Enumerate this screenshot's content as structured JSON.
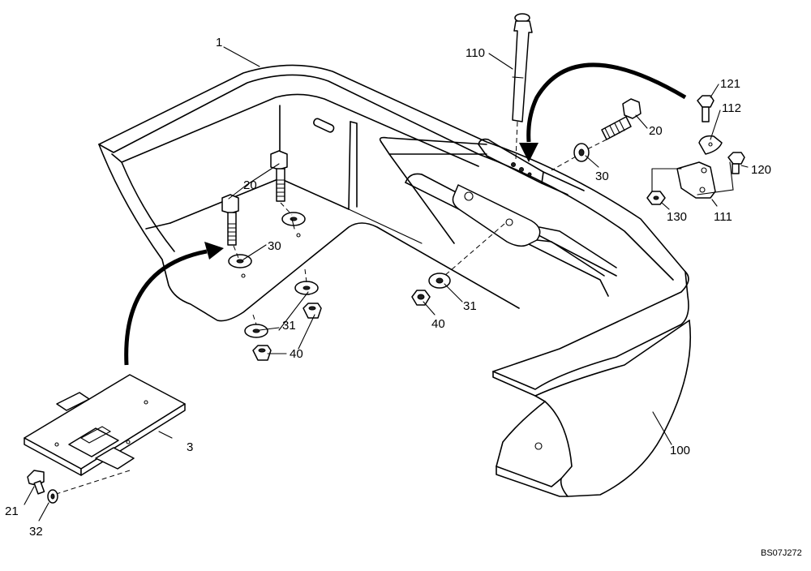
{
  "drawing_code": "BS07J272",
  "callouts": {
    "c1": "1",
    "c3": "3",
    "c20a": "20",
    "c20b": "20",
    "c21": "21",
    "c30a": "30",
    "c30b": "30",
    "c31a": "31",
    "c31b": "31",
    "c32": "32",
    "c40a": "40",
    "c40b": "40",
    "c100": "100",
    "c110": "110",
    "c111": "111",
    "c112": "112",
    "c120": "120",
    "c121": "121",
    "c130": "130"
  }
}
